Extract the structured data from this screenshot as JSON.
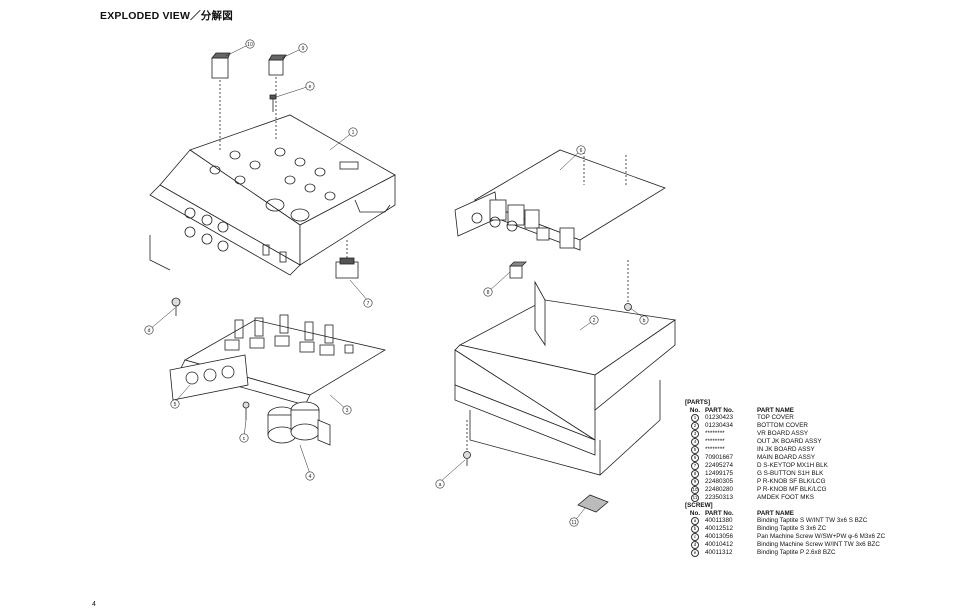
{
  "title": "EXPLODED VIEW／分解図",
  "page_number": "4",
  "callouts": {
    "c1": "1",
    "c2": "2",
    "c3": "3",
    "c4": "4",
    "c5": "5",
    "c6": "6",
    "c7": "7",
    "c8": "8",
    "c9": "9",
    "c10": "10",
    "c11": "11",
    "ca": "a",
    "cb": "b",
    "cc": "c",
    "cd": "d",
    "ce": "e"
  },
  "parts": {
    "section_label": "[PARTS]",
    "header": {
      "no": "No.",
      "part_no": "PART No.",
      "part_name": "PART NAME"
    },
    "rows": [
      {
        "no": "1",
        "part_no": "01230423",
        "part_name": "TOP COVER"
      },
      {
        "no": "2",
        "part_no": "01230434",
        "part_name": "BOTTOM COVER"
      },
      {
        "no": "3",
        "part_no": "********",
        "part_name": "VR BOARD ASSY"
      },
      {
        "no": "4",
        "part_no": "********",
        "part_name": "OUT JK BOARD ASSY"
      },
      {
        "no": "5",
        "part_no": "********",
        "part_name": "IN JK BOARD ASSY"
      },
      {
        "no": "6",
        "part_no": "70901667",
        "part_name": "MAIN BOARD ASSY"
      },
      {
        "no": "7",
        "part_no": "22495274",
        "part_name": "D S-KEYTOP MX1H BLK"
      },
      {
        "no": "8",
        "part_no": "12499175",
        "part_name": "G S-BUTTON S1H BLK"
      },
      {
        "no": "9",
        "part_no": "22480305",
        "part_name": "P R-KNOB SF BLK/LCG"
      },
      {
        "no": "10",
        "part_no": "22480280",
        "part_name": "P R-KNOB MF BLK/LCG"
      },
      {
        "no": "11",
        "part_no": "22350313",
        "part_name": "AMDEK FOOT MKS"
      }
    ]
  },
  "screws": {
    "section_label": "[SCREW]",
    "header": {
      "no": "No.",
      "part_no": "PART No.",
      "part_name": "PART NAME"
    },
    "rows": [
      {
        "no": "a",
        "part_no": "40011380",
        "part_name": "Binding Taptite S W/INT TW 3x6 S BZC"
      },
      {
        "no": "b",
        "part_no": "40012512",
        "part_name": "Binding Taptite S 3x6 ZC"
      },
      {
        "no": "c",
        "part_no": "40013056",
        "part_name": "Pan Machine Screw  W/SW+PW φ-6 M3x6 ZC"
      },
      {
        "no": "d",
        "part_no": "40010412",
        "part_name": "Binding Machine Screw W/INT TW 3x6 BZC"
      },
      {
        "no": "e",
        "part_no": "40011312",
        "part_name": "Binding Taptite P 2.6x8 BZC"
      }
    ]
  }
}
